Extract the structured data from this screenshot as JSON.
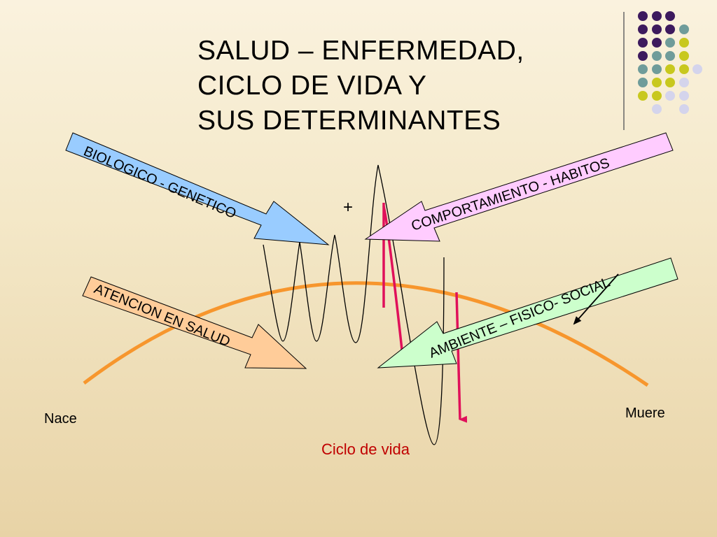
{
  "slide": {
    "title_lines": [
      "SALUD – ENFERMEDAD,",
      "CICLO DE VIDA Y",
      "SUS DETERMINANTES"
    ],
    "plus": "+",
    "nace": "Nace",
    "muere": "Muere",
    "ciclo": "Ciclo de vida"
  },
  "arrows": {
    "biologico": "BIOLOGICO - GENETICO",
    "comportamiento": "COMPORTAMIENTO - HABITOS",
    "atencion": "ATENCION EN SALUD",
    "ambiente": "AMBIENTE – FISICO- SOCIAL"
  },
  "colors": {
    "biologico": "#99ccff",
    "comportamiento": "#ffccff",
    "atencion": "#ffcc99",
    "ambiente": "#ccffcc",
    "curve": "#f7962d",
    "red_lines": "#e0105a",
    "ciclo_text": "#c00000",
    "dot_purple": "#3d1a5e",
    "dot_teal": "#6f9c9a",
    "dot_yellow": "#c8c81e",
    "dot_lavender": "#d4d4ec"
  }
}
